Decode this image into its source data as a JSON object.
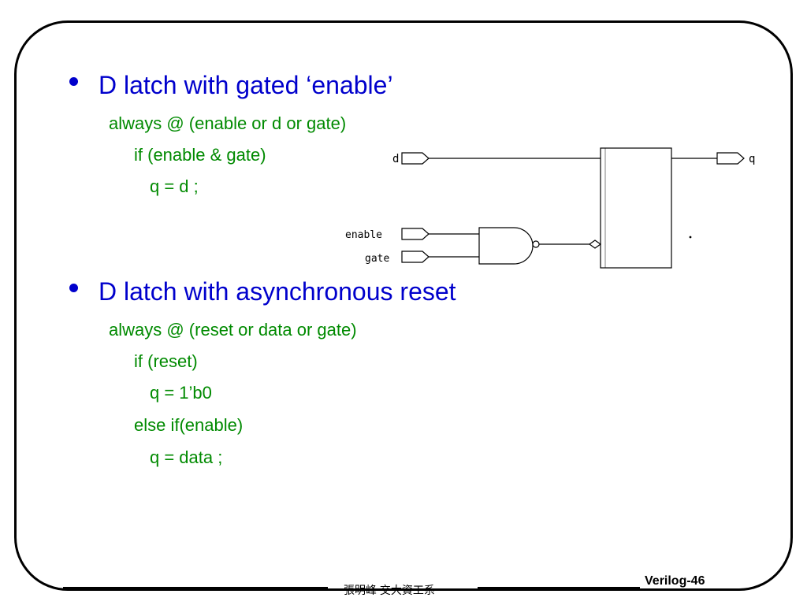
{
  "slide": {
    "bullets": [
      {
        "title": "D latch with gated ‘enable’",
        "code": [
          "always @ (enable or d or gate)",
          "if (enable & gate)",
          "q = d ;"
        ]
      },
      {
        "title": "D latch with asynchronous reset",
        "code": [
          "always @ (reset or data or gate)",
          "if (reset)",
          "q = 1’b0",
          "else if(enable)",
          "q = data ;"
        ]
      }
    ],
    "diagram": {
      "labels": {
        "d": "d",
        "q": "q",
        "enable": "enable",
        "gate": "gate"
      }
    },
    "footer": {
      "author": "張明峰 交大資工系",
      "page": "Verilog-46"
    },
    "colors": {
      "heading": "#0000cc",
      "code": "#008a00"
    }
  }
}
